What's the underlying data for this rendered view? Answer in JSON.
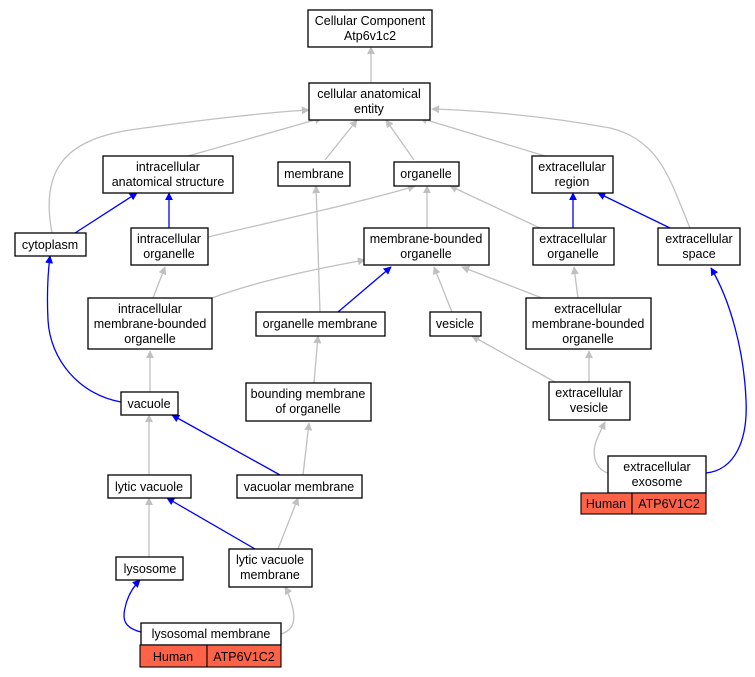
{
  "colors": {
    "is_a_edge": "#c0c0c0",
    "part_of_edge": "#0000ff",
    "annotation_fill": "#ff6347"
  },
  "nodes": {
    "root": [
      "Cellular Component",
      "Atp6v1c2"
    ],
    "cae": [
      "cellular anatomical",
      "entity"
    ],
    "ias": [
      "intracellular",
      "anatomical structure"
    ],
    "membrane": [
      "membrane"
    ],
    "organelle": [
      "organelle"
    ],
    "extracellular_region": [
      "extracellular",
      "region"
    ],
    "cytoplasm": [
      "cytoplasm"
    ],
    "intracellular_organelle": [
      "intracellular",
      "organelle"
    ],
    "membrane_bounded_organelle": [
      "membrane-bounded",
      "organelle"
    ],
    "extracellular_organelle": [
      "extracellular",
      "organelle"
    ],
    "extracellular_space": [
      "extracellular",
      "space"
    ],
    "imbo": [
      "intracellular",
      "membrane-bounded",
      "organelle"
    ],
    "organelle_membrane": [
      "organelle membrane"
    ],
    "vesicle": [
      "vesicle"
    ],
    "embo": [
      "extracellular",
      "membrane-bounded",
      "organelle"
    ],
    "vacuole": [
      "vacuole"
    ],
    "bounding_membrane": [
      "bounding membrane",
      "of organelle"
    ],
    "extracellular_vesicle": [
      "extracellular",
      "vesicle"
    ],
    "lytic_vacuole": [
      "lytic vacuole"
    ],
    "vacuolar_membrane": [
      "vacuolar membrane"
    ],
    "extracellular_exosome": [
      "extracellular",
      "exosome"
    ],
    "lysosome": [
      "lysosome"
    ],
    "lytic_vacuole_membrane": [
      "lytic vacuole",
      "membrane"
    ],
    "lysosomal_membrane": [
      "lysosomal membrane"
    ]
  },
  "annotations": {
    "extracellular_exosome": {
      "species": "Human",
      "gene": "ATP6V1C2"
    },
    "lysosomal_membrane": {
      "species": "Human",
      "gene": "ATP6V1C2"
    }
  }
}
